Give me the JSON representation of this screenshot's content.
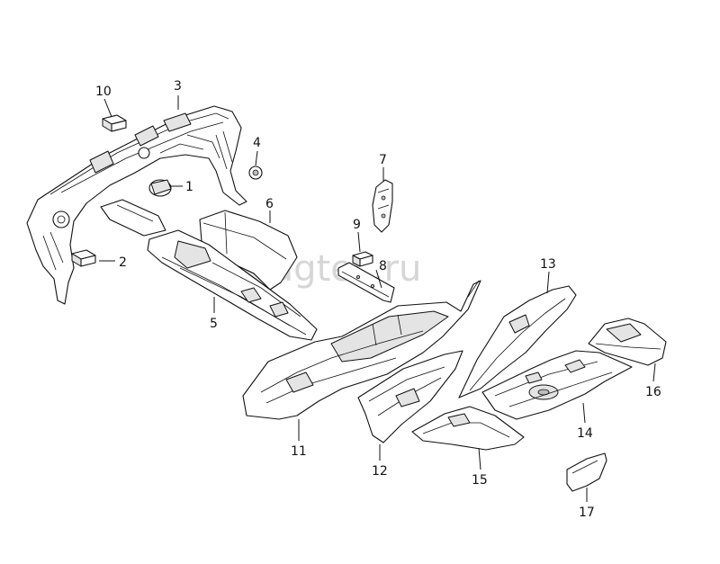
{
  "watermark": "vagtec.ru",
  "callouts": [
    {
      "id": "1"
    },
    {
      "id": "2"
    },
    {
      "id": "3"
    },
    {
      "id": "4"
    },
    {
      "id": "5"
    },
    {
      "id": "6"
    },
    {
      "id": "7"
    },
    {
      "id": "8"
    },
    {
      "id": "9"
    },
    {
      "id": "10"
    },
    {
      "id": "11"
    },
    {
      "id": "12"
    },
    {
      "id": "13"
    },
    {
      "id": "14"
    },
    {
      "id": "15"
    },
    {
      "id": "16"
    },
    {
      "id": "17"
    }
  ]
}
